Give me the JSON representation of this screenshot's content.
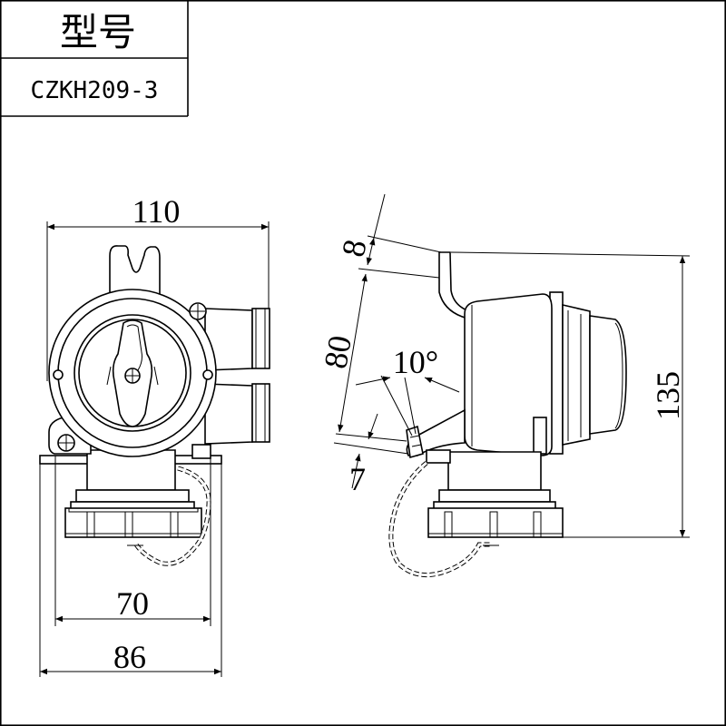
{
  "title_block": {
    "label": "型号",
    "model": "CZKH209-3"
  },
  "dimensions": {
    "width_top": "110",
    "width_70": "70",
    "width_86": "86",
    "height_135": "135",
    "length_80": "80",
    "length_8": "8",
    "length_7": "7",
    "angle": "10°"
  }
}
